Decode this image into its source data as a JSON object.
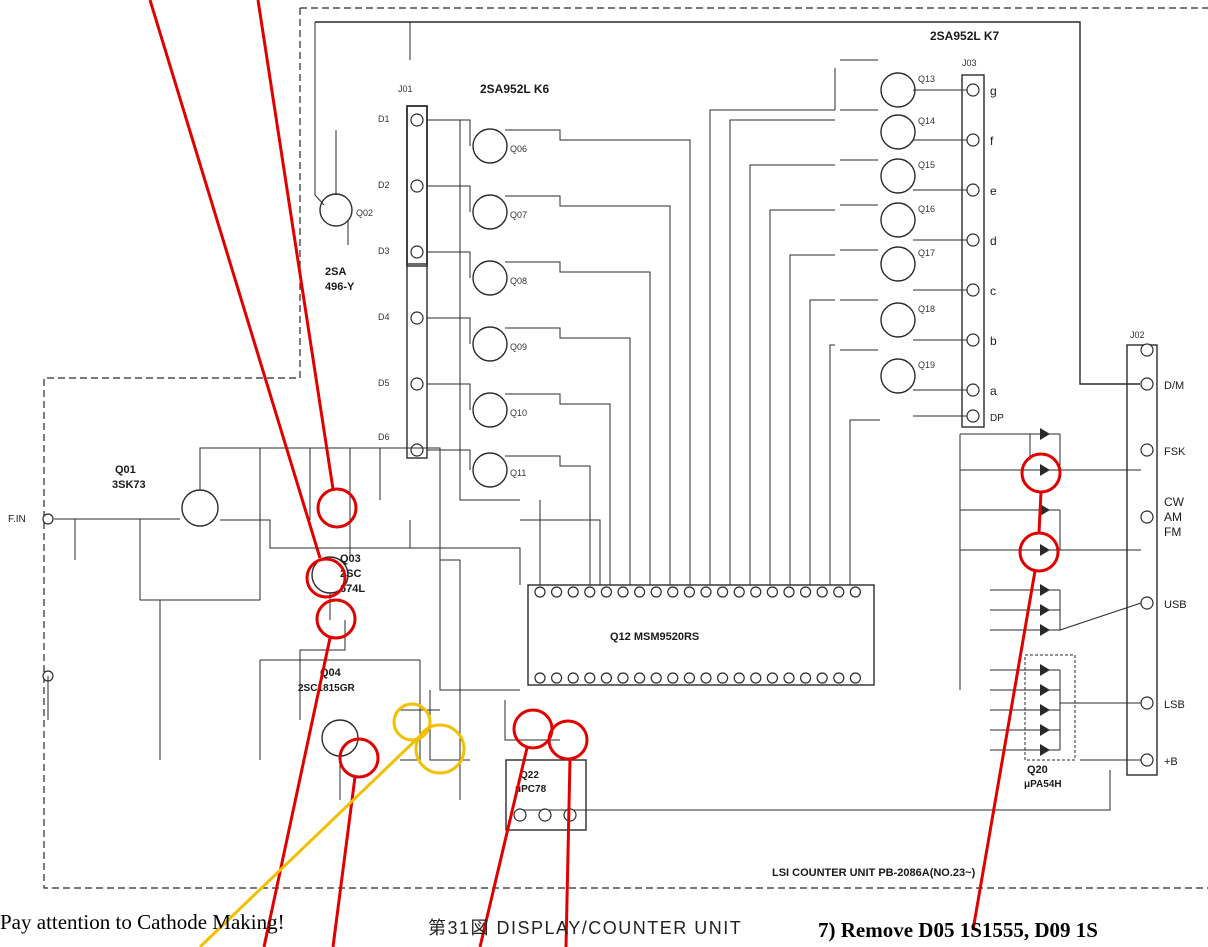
{
  "figure_caption": "第31図  DISPLAY/COUNTER UNIT",
  "unit_label": "LSI COUNTER UNIT  PB-2086A(NO.23~)",
  "transistor_groups": {
    "left": "2SA952L K6",
    "right": "2SA952L K7",
    "q01_type": "3SK73",
    "q02_type_line1": "2SA",
    "q02_type_line2": "496-Y",
    "q03_type_line1": "2SC",
    "q03_type_line2": "674L",
    "q04_type": "2SC1815GR",
    "q12": "Q12  MSM9520RS",
    "q20_line1": "Q20",
    "q20_line2": "μPA54H",
    "q22_line1": "Q22",
    "q22_line2": "μPC78"
  },
  "transistors_left": [
    "Q06",
    "Q07",
    "Q08",
    "Q09",
    "Q10",
    "Q11"
  ],
  "transistors_right": [
    "Q13",
    "Q14",
    "Q15",
    "Q16",
    "Q17",
    "Q18",
    "Q19"
  ],
  "misc_labels": {
    "q01": "Q01",
    "q02": "Q02",
    "q03": "Q03",
    "q04": "Q04",
    "fin": "F.IN",
    "j01": "J01",
    "j02": "J02",
    "j03": "J03"
  },
  "segment_outputs": [
    "g",
    "f",
    "e",
    "d",
    "c",
    "b",
    "a",
    "DP"
  ],
  "control_outputs": [
    "D/M",
    "FSK",
    "CW\nAM\nFM",
    "USB",
    "LSB",
    "+B"
  ],
  "digit_pins": [
    "D1",
    "D2",
    "D3",
    "D4",
    "D5",
    "D6"
  ],
  "annotations": {
    "left": "Pay attention to Cathode Making!",
    "right": "7) Remove D05 1S1555, D09 1S"
  },
  "colors": {
    "ink": "#2a2a2a",
    "red_marker": "#e00000",
    "yellow_marker": "#f2c000",
    "background": "#ffffff"
  }
}
